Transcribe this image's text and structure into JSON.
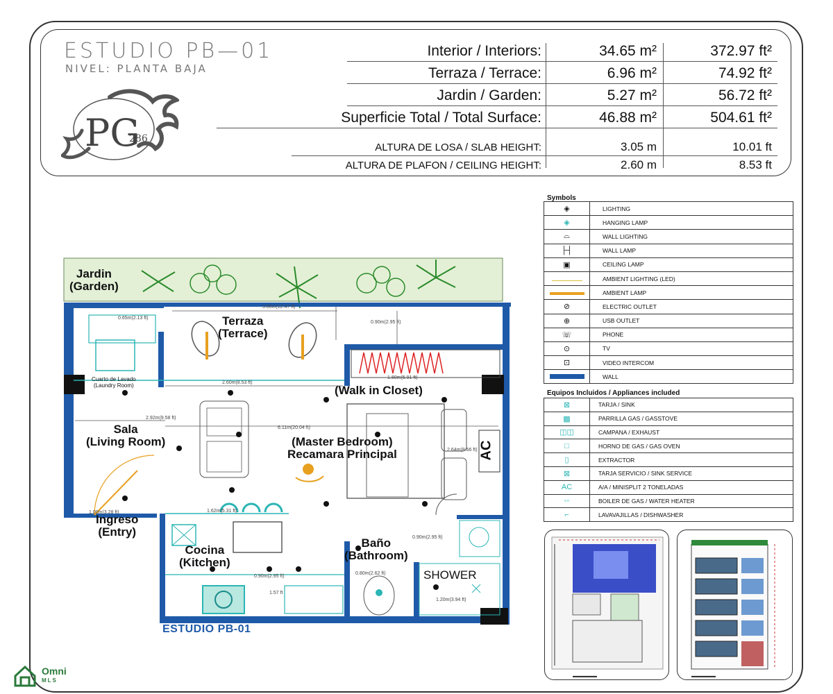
{
  "header": {
    "title": "ESTUDIO PB—01",
    "subtitle": "NIVEL: PLANTA BAJA",
    "logo_text": "PG",
    "logo_number": "286"
  },
  "areas": [
    {
      "label": "Interior / Interiors:",
      "m2": "34.65 m²",
      "ft2": "372.97 ft²"
    },
    {
      "label": "Terraza / Terrace:",
      "m2": "6.96 m²",
      "ft2": "74.92 ft²"
    },
    {
      "label": "Jardin / Garden:",
      "m2": "5.27 m²",
      "ft2": "56.72 ft²"
    },
    {
      "label": "Superficie Total / Total Surface:",
      "m2": "46.88 m²",
      "ft2": "504.61 ft²"
    }
  ],
  "heights": [
    {
      "label": "ALTURA DE LOSA / SLAB HEIGHT:",
      "m": "3.05 m",
      "ft": "10.01 ft"
    },
    {
      "label": "ALTURA DE PLAFON / CEILING HEIGHT:",
      "m": "2.60 m",
      "ft": "8.53 ft"
    }
  ],
  "symbols": {
    "title": "Symbols",
    "items": [
      {
        "icon": "lighting-icon",
        "glyph": "◈",
        "label": "LIGHTING"
      },
      {
        "icon": "hanging-lamp-icon",
        "glyph": "◈",
        "label": "HANGING LAMP"
      },
      {
        "icon": "wall-lighting-icon",
        "glyph": "⌓",
        "label": "WALL LIGHTING"
      },
      {
        "icon": "wall-lamp-icon",
        "glyph": "├┤",
        "label": "WALL LAMP"
      },
      {
        "icon": "ceiling-lamp-icon",
        "glyph": "▣",
        "label": "CEILING LAMP"
      },
      {
        "icon": "ambient-lighting-icon",
        "glyph": "—",
        "label": "AMBIENT LIGHTING (LED)"
      },
      {
        "icon": "ambient-lamp-icon",
        "glyph": "▬",
        "label": "AMBIENT LAMP"
      },
      {
        "icon": "electric-outlet-icon",
        "glyph": "⊘",
        "label": "ELECTRIC OUTLET"
      },
      {
        "icon": "usb-outlet-icon",
        "glyph": "⊕",
        "label": "USB OUTLET"
      },
      {
        "icon": "phone-icon",
        "glyph": "☏",
        "label": "PHONE"
      },
      {
        "icon": "tv-icon",
        "glyph": "⊙",
        "label": "TV"
      },
      {
        "icon": "video-intercom-icon",
        "glyph": "⊡",
        "label": "VIDEO INTERCOM"
      },
      {
        "icon": "wall-icon",
        "glyph": "",
        "label": "WALL"
      }
    ]
  },
  "equipment": {
    "title": "Equipos Incluidos / Appliances included",
    "items": [
      {
        "icon": "sink-icon",
        "glyph": "⊠",
        "label": "TARJA / SINK"
      },
      {
        "icon": "gas-stove-icon",
        "glyph": "▩",
        "label": "PARRILLA GAS / GASSTOVE"
      },
      {
        "icon": "exhaust-icon",
        "glyph": "◫◫",
        "label": "CAMPANA / EXHAUST"
      },
      {
        "icon": "gas-oven-icon",
        "glyph": "□",
        "label": "HORNO DE GAS / GAS OVEN"
      },
      {
        "icon": "extractor-icon",
        "glyph": "▯",
        "label": "EXTRACTOR"
      },
      {
        "icon": "sink-service-icon",
        "glyph": "⊠",
        "label": "TARJA SERVICIO / SINK SERVICE"
      },
      {
        "icon": "ac-icon",
        "glyph": "AC",
        "label": "A/A / MINISPLIT 2 TONELADAS"
      },
      {
        "icon": "water-heater-icon",
        "glyph": "◦◦",
        "label": "BOILER DE GAS / WATER HEATER"
      },
      {
        "icon": "dishwasher-icon",
        "glyph": "⌐",
        "label": "LAVAVAJILLAS / DISHWASHER"
      }
    ]
  },
  "plan": {
    "name": "ESTUDIO PB-01",
    "rooms": {
      "garden": "Jardin\n(Garden)",
      "terrace": "Terraza\n(Terrace)",
      "laundry": "Cuarto de Lavado\n(Laundry Room)",
      "closet": "(Walk in Closet)",
      "living": "Sala\n(Living Room)",
      "master": "(Master Bedroom)\nRecamara Principal",
      "entry": "Ingreso\n(Entry)",
      "kitchen": "Cocina\n(Kitchen)",
      "bathroom": "Baño\n(Bathroom)",
      "shower": "SHOWER",
      "ac": "AC"
    },
    "dimensions": [
      "3.80m(12.47 ft)",
      "0.90m(2.95 ft)",
      "2.60m(8.53 ft)",
      "2.92m(9.58 ft)",
      "6.11m(20.04 ft)",
      "1.00m(3.28 ft)",
      "1.62m(5.31 ft)",
      "0.90m(2.95 ft)",
      "0.80m(2.62 ft)",
      "1.20m(3.94 ft)",
      "0.90m(2.95 ft)",
      "2.64m(8.66 ft)",
      "1.80m(5.91 ft)",
      "0.65m(2.13 ft)",
      "1.57 ft"
    ]
  },
  "brand": {
    "name": "Omni",
    "sub": "MLS"
  },
  "colors": {
    "wall": "#1e5aa8",
    "garden": "#e3f0d6",
    "accent": "#e8a020",
    "cyan": "#2bb5b5"
  }
}
